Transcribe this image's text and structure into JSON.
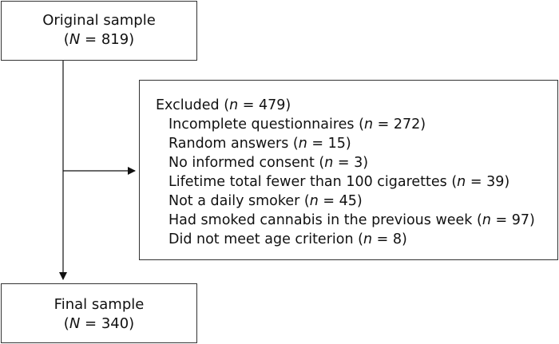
{
  "original_sample": {
    "title": "Original sample",
    "stat_var": "N",
    "stat_value": "819"
  },
  "excluded": {
    "heading_label": "Excluded",
    "heading_var": "n",
    "heading_value": "479",
    "reasons": [
      {
        "label": "Incomplete questionnaires",
        "var": "n",
        "value": "272"
      },
      {
        "label": "Random answers",
        "var": "n",
        "value": "15"
      },
      {
        "label": "No informed consent",
        "var": "n",
        "value": "3"
      },
      {
        "label": "Lifetime total fewer than 100 cigarettes",
        "var": "n",
        "value": "39"
      },
      {
        "label": "Not a daily smoker",
        "var": "n",
        "value": "45"
      },
      {
        "label": "Had smoked cannabis in the previous week",
        "var": "n",
        "value": "97"
      },
      {
        "label": "Did not meet age criterion",
        "var": "n",
        "value": "8"
      }
    ]
  },
  "final_sample": {
    "title": "Final sample",
    "stat_var": "N",
    "stat_value": "340"
  }
}
